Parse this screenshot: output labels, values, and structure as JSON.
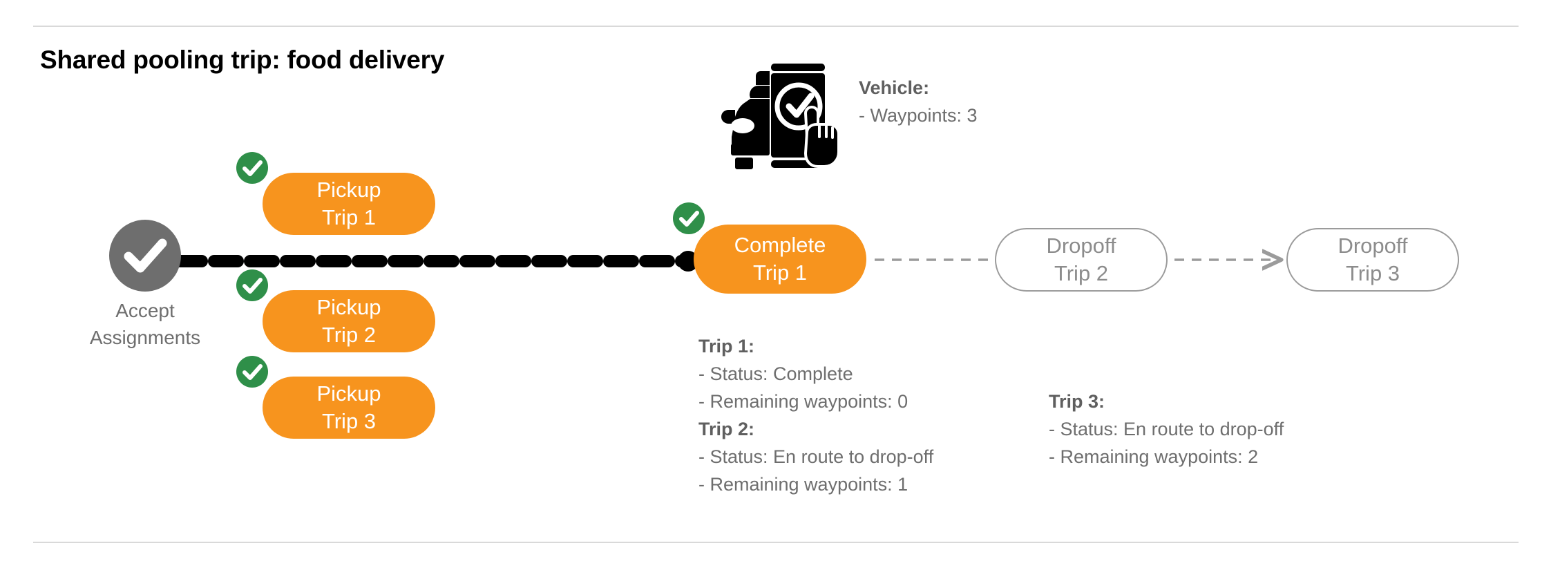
{
  "slide": {
    "title": "Shared pooling trip: food delivery",
    "colors": {
      "orange": "#F7941E",
      "green": "#2F8F49",
      "gray_node": "#6e6e6e",
      "gray_text": "#6e6e6e",
      "gray_outline": "#9b9b9b",
      "black": "#000000",
      "rule": "#d9d9d9"
    }
  },
  "start_node": {
    "icon": "check-circle-icon",
    "label_line1": "Accept",
    "label_line2": "Assignments"
  },
  "pickups": [
    {
      "id": "pickup-1",
      "line1": "Pickup",
      "line2": "Trip 1",
      "badge": "check-badge-icon",
      "state": "done"
    },
    {
      "id": "pickup-2",
      "line1": "Pickup",
      "line2": "Trip 2",
      "badge": "check-badge-icon",
      "state": "done"
    },
    {
      "id": "pickup-3",
      "line1": "Pickup",
      "line2": "Trip 3",
      "badge": "check-badge-icon",
      "state": "done"
    }
  ],
  "complete": {
    "id": "complete-1",
    "line1": "Complete",
    "line2": "Trip 1",
    "badge": "check-badge-icon",
    "state": "done"
  },
  "dropoffs": [
    {
      "id": "dropoff-2",
      "line1": "Dropoff",
      "line2": "Trip 2",
      "state": "pending"
    },
    {
      "id": "dropoff-3",
      "line1": "Dropoff",
      "line2": "Trip 3",
      "state": "pending"
    }
  ],
  "vehicle_note": {
    "icon": "car-phone-check-icon",
    "heading": "Vehicle:",
    "line1": "- Waypoints: 3"
  },
  "trip_notes_left": {
    "trip1_heading": "Trip 1:",
    "trip1_status": "- Status:  Complete",
    "trip1_waypoints": "- Remaining waypoints: 0",
    "trip2_heading": "Trip 2:",
    "trip2_status": "- Status:  En route to drop-off",
    "trip2_waypoints": "- Remaining waypoints: 1"
  },
  "trip_notes_right": {
    "trip3_heading": "Trip 3:",
    "trip3_status": "- Status:  En route to drop-off",
    "trip3_waypoints": "- Remaining waypoints: 2"
  }
}
